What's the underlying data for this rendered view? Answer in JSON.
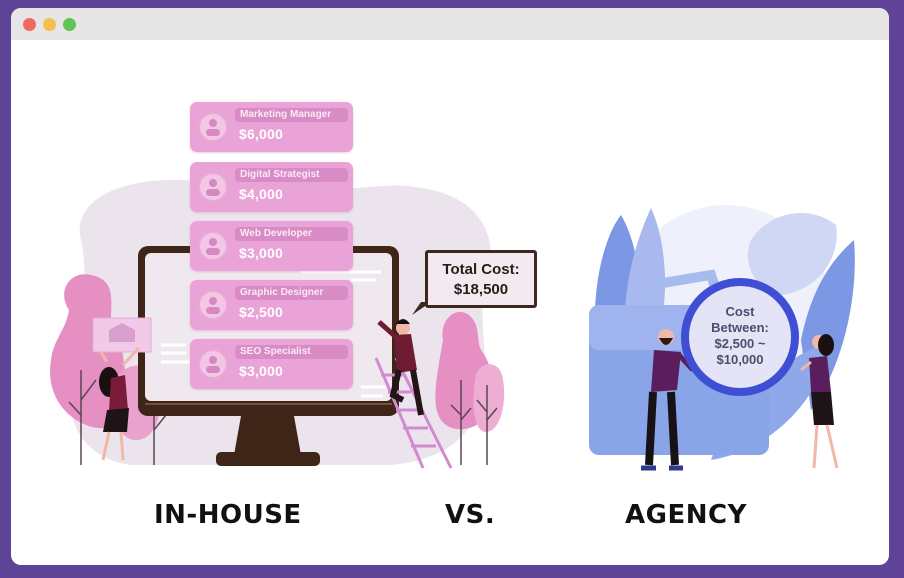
{
  "window": {
    "controls": [
      "close",
      "minimize",
      "maximize"
    ],
    "colors": {
      "frame": "#5f4397",
      "titlebar": "#e6e6e6",
      "close": "#ec6a5e",
      "minimize": "#f4bf4f",
      "maximize": "#61c554"
    }
  },
  "in_house": {
    "roles": [
      {
        "title": "Marketing Manager",
        "cost": "$6,000"
      },
      {
        "title": "Digital Strategist",
        "cost": "$4,000"
      },
      {
        "title": "Web Developer",
        "cost": "$3,000"
      },
      {
        "title": "Graphic Designer",
        "cost": "$2,500"
      },
      {
        "title": "SEO Specialist",
        "cost": "$3,000"
      }
    ],
    "total_label": "Total Cost:",
    "total_value": "$18,500",
    "heading": "IN-HOUSE",
    "accent_color": "#eaa3d6"
  },
  "versus": {
    "label": "VS."
  },
  "agency": {
    "cost_line1": "Cost",
    "cost_line2": "Between:",
    "cost_line3": "$2,500 ~",
    "cost_line4": "$10,000",
    "heading": "AGENCY",
    "accent_color": "#3f4fd3"
  }
}
